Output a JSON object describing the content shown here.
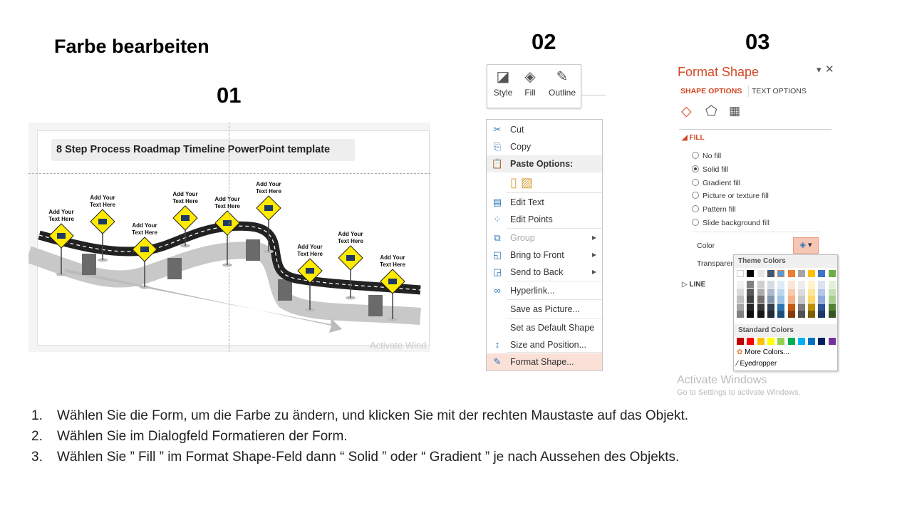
{
  "heading": "Farbe bearbeiten",
  "step_numbers": [
    "01",
    "02",
    "03"
  ],
  "panel1": {
    "title": "8 Step Process Roadmap Timeline PowerPoint template",
    "sign_label_line1": "Add Your",
    "sign_label_line2": "Text Here",
    "watermark": "Activate Wind",
    "sign_color": "#ffeb00"
  },
  "ribbon": {
    "buttons": [
      {
        "label": "Style",
        "icon": "shape-style-icon"
      },
      {
        "label": "Fill",
        "icon": "paint-bucket-icon"
      },
      {
        "label": "Outline",
        "icon": "pen-outline-icon"
      }
    ]
  },
  "context_menu": {
    "items": [
      {
        "label": "Cut",
        "icon": "scissors-icon",
        "glyph": "✂"
      },
      {
        "label": "Copy",
        "icon": "copy-icon",
        "glyph": "⎘"
      },
      {
        "label": "Paste Options:",
        "icon": "paste-icon",
        "glyph": "📋"
      },
      {
        "label": "Edit Text",
        "icon": "edit-text-icon",
        "glyph": "▤"
      },
      {
        "label": "Edit Points",
        "icon": "edit-points-icon",
        "glyph": "⁘"
      },
      {
        "label": "Group",
        "icon": "group-icon",
        "glyph": "⧉",
        "disabled": true,
        "submenu": true
      },
      {
        "label": "Bring to Front",
        "icon": "bring-front-icon",
        "glyph": "◱",
        "submenu": true
      },
      {
        "label": "Send to Back",
        "icon": "send-back-icon",
        "glyph": "◲",
        "submenu": true
      },
      {
        "label": "Hyperlink...",
        "icon": "link-icon",
        "glyph": "∞"
      },
      {
        "label": "Save as Picture...",
        "icon": "",
        "glyph": ""
      },
      {
        "label": "Set as Default Shape",
        "icon": "",
        "glyph": ""
      },
      {
        "label": "Size and Position...",
        "icon": "size-position-icon",
        "glyph": "↕"
      },
      {
        "label": "Format Shape...",
        "icon": "format-shape-icon",
        "glyph": "✎",
        "highlighted": true
      }
    ]
  },
  "format_shape": {
    "title": "Format Shape",
    "tabs": [
      "SHAPE OPTIONS",
      "TEXT OPTIONS"
    ],
    "fill_section": "FILL",
    "fill_options": [
      {
        "label": "No fill",
        "selected": false
      },
      {
        "label": "Solid fill",
        "selected": true
      },
      {
        "label": "Gradient fill",
        "selected": false
      },
      {
        "label": "Picture or texture fill",
        "selected": false
      },
      {
        "label": "Pattern fill",
        "selected": false
      },
      {
        "label": "Slide background fill",
        "selected": false
      }
    ],
    "color_label": "Color",
    "transparency_label": "Transparency",
    "line_section": "LINE",
    "watermark1": "Activate Windows",
    "watermark2": "Go to Settings to activate Windows.",
    "accent": "#d24726",
    "palette": {
      "theme_header": "Theme Colors",
      "theme": [
        "#ffffff",
        "#000000",
        "#e7e6e6",
        "#44546a",
        "#5b9bd5",
        "#ed7d31",
        "#a5a5a5",
        "#ffc000",
        "#4472c4",
        "#70ad47"
      ],
      "shades": [
        [
          "#f2f2f2",
          "#d9d9d9",
          "#bfbfbf",
          "#a6a6a6",
          "#808080"
        ],
        [
          "#808080",
          "#595959",
          "#404040",
          "#262626",
          "#0d0d0d"
        ],
        [
          "#d0cece",
          "#aeabab",
          "#757070",
          "#3a3838",
          "#171616"
        ],
        [
          "#d6dce4",
          "#adb9ca",
          "#8496b0",
          "#333f4f",
          "#222a35"
        ],
        [
          "#deebf6",
          "#bdd7ee",
          "#9dc3e6",
          "#2e75b5",
          "#1f4e79"
        ],
        [
          "#fbe5d5",
          "#f7cbac",
          "#f4b183",
          "#c55a11",
          "#843c0b"
        ],
        [
          "#ededed",
          "#dbdbdb",
          "#c9c9c9",
          "#7b7b7b",
          "#525252"
        ],
        [
          "#fff2cc",
          "#fee599",
          "#ffd965",
          "#bf9000",
          "#7f6000"
        ],
        [
          "#dae3f3",
          "#b4c7e7",
          "#8faadc",
          "#2f5597",
          "#203864"
        ],
        [
          "#e2f0d9",
          "#c5e0b3",
          "#a8d08d",
          "#548235",
          "#375623"
        ]
      ],
      "standard_header": "Standard Colors",
      "standard": [
        "#c00000",
        "#ff0000",
        "#ffc000",
        "#ffff00",
        "#92d050",
        "#00b050",
        "#00b0f0",
        "#0070c0",
        "#002060",
        "#7030a0"
      ],
      "more_colors": "More Colors...",
      "eyedropper": "Eyedropper"
    }
  },
  "instructions": [
    {
      "n": "1.",
      "text": "Wählen Sie die Form, um die Farbe zu ändern, und klicken Sie mit der rechten Maustaste auf das Objekt."
    },
    {
      "n": "2.",
      "text": "Wählen Sie im Dialogfeld Formatieren der Form."
    },
    {
      "n": "3.",
      "text": "Wählen Sie ” Fill ” im Format Shape-Feld dann “ Solid ” oder “ Gradient ” je nach Aussehen des Objekts."
    }
  ]
}
